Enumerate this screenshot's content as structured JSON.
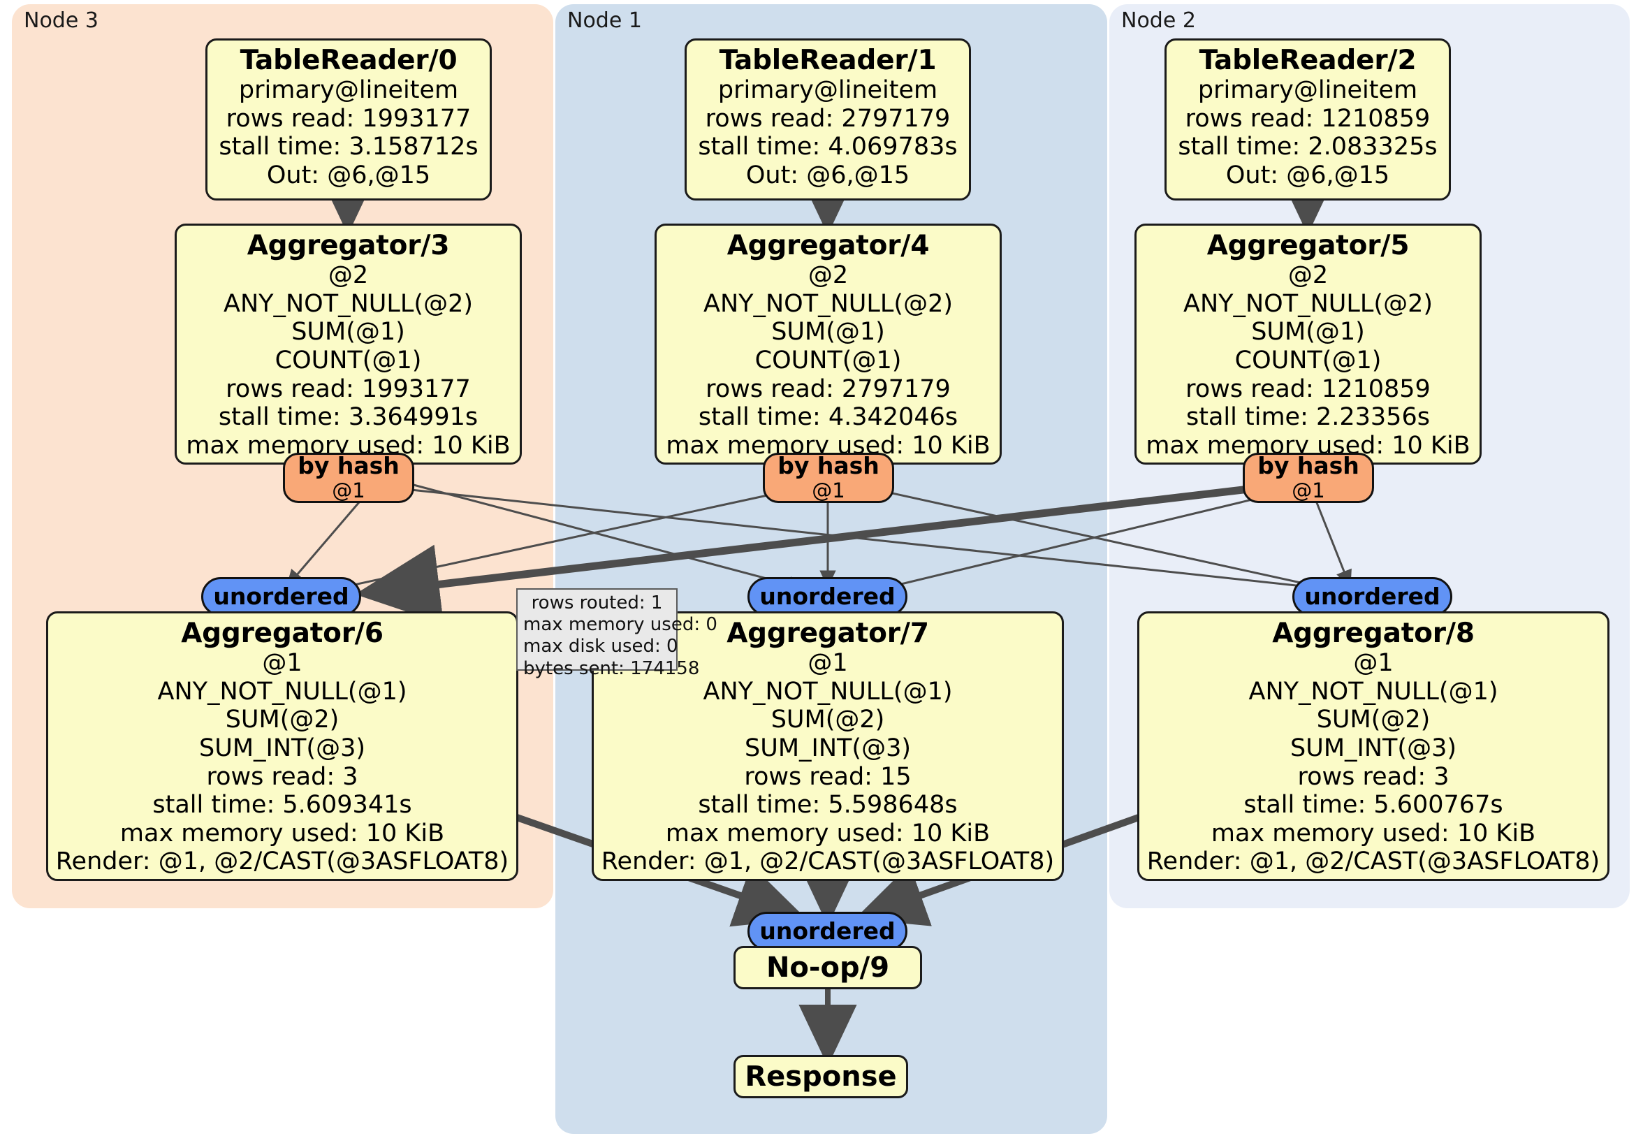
{
  "panels": [
    {
      "name": "Node 3",
      "color": "#fce3d0"
    },
    {
      "name": "Node 1",
      "color": "#cfdeed"
    },
    {
      "name": "Node 2",
      "color": "#e9eef8"
    }
  ],
  "table_readers": [
    {
      "title": "TableReader/0",
      "lines": [
        "primary@lineitem",
        "rows read: 1993177",
        "stall time: 3.158712s",
        "Out: @6,@15"
      ]
    },
    {
      "title": "TableReader/1",
      "lines": [
        "primary@lineitem",
        "rows read: 2797179",
        "stall time: 4.069783s",
        "Out: @6,@15"
      ]
    },
    {
      "title": "TableReader/2",
      "lines": [
        "primary@lineitem",
        "rows read: 1210859",
        "stall time: 2.083325s",
        "Out: @6,@15"
      ]
    }
  ],
  "aggregators_top": [
    {
      "title": "Aggregator/3",
      "lines": [
        "@2",
        "ANY_NOT_NULL(@2)",
        "SUM(@1)",
        "COUNT(@1)",
        "rows read: 1993177",
        "stall time: 3.364991s",
        "max memory used: 10 KiB"
      ]
    },
    {
      "title": "Aggregator/4",
      "lines": [
        "@2",
        "ANY_NOT_NULL(@2)",
        "SUM(@1)",
        "COUNT(@1)",
        "rows read: 2797179",
        "stall time: 4.342046s",
        "max memory used: 10 KiB"
      ]
    },
    {
      "title": "Aggregator/5",
      "lines": [
        "@2",
        "ANY_NOT_NULL(@2)",
        "SUM(@1)",
        "COUNT(@1)",
        "rows read: 1210859",
        "stall time: 2.23356s",
        "max memory used: 10 KiB"
      ]
    }
  ],
  "aggregators_bottom": [
    {
      "title": "Aggregator/6",
      "lines": [
        "@1",
        "ANY_NOT_NULL(@1)",
        "SUM(@2)",
        "SUM_INT(@3)",
        "rows read: 3",
        "stall time: 5.609341s",
        "max memory used: 10 KiB",
        "Render: @1, @2/CAST(@3ASFLOAT8)"
      ]
    },
    {
      "title": "Aggregator/7",
      "lines": [
        "@1",
        "ANY_NOT_NULL(@1)",
        "SUM(@2)",
        "SUM_INT(@3)",
        "rows read: 15",
        "stall time: 5.598648s",
        "max memory used: 10 KiB",
        "Render: @1, @2/CAST(@3ASFLOAT8)"
      ]
    },
    {
      "title": "Aggregator/8",
      "lines": [
        "@1",
        "ANY_NOT_NULL(@1)",
        "SUM(@2)",
        "SUM_INT(@3)",
        "rows read: 3",
        "stall time: 5.600767s",
        "max memory used: 10 KiB",
        "Render: @1, @2/CAST(@3ASFLOAT8)"
      ]
    }
  ],
  "hash_routers": [
    {
      "label": "by hash",
      "column": "@1"
    },
    {
      "label": "by hash",
      "column": "@1"
    },
    {
      "label": "by hash",
      "column": "@1"
    }
  ],
  "unordered_syncs": [
    {
      "label": "unordered"
    },
    {
      "label": "unordered"
    },
    {
      "label": "unordered"
    },
    {
      "label": "unordered"
    }
  ],
  "stats_tooltip": {
    "lines": [
      "rows routed: 1",
      "max memory used: 0",
      "max disk used: 0",
      "bytes sent: 174158"
    ]
  },
  "terminal_nodes": {
    "noop": "No-op/9",
    "response": "Response"
  },
  "colors": {
    "node3_panel": "#fce3d0",
    "node1_panel": "#cfdeed",
    "node2_panel": "#e9eef8",
    "op_fill": "#fbfbc8",
    "op_stroke": "#1b1b1b",
    "hash_fill": "#f9a877",
    "unordered_fill": "#6193f5",
    "tooltip_fill": "#e9e9e9",
    "edge": "#4d4d4d"
  }
}
